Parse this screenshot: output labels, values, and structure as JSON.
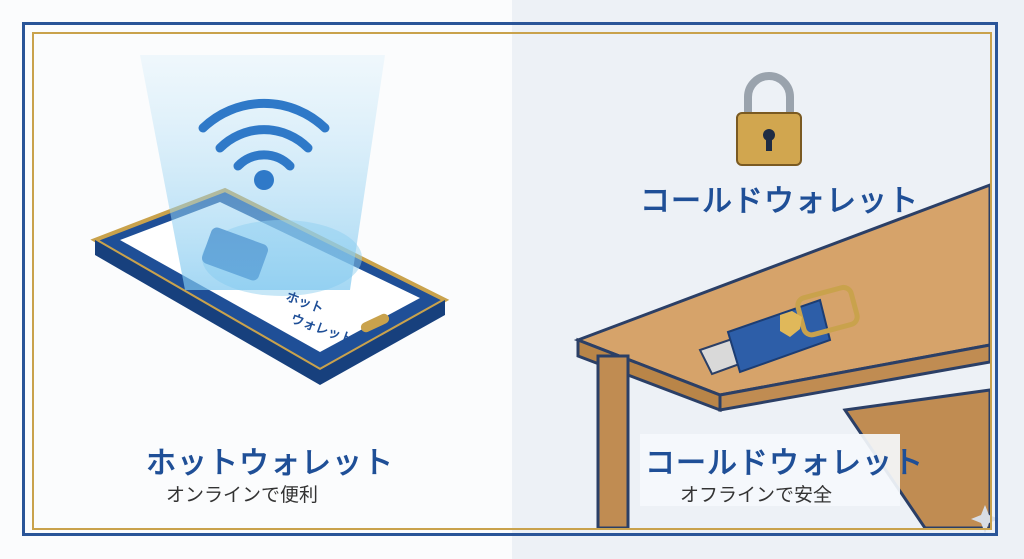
{
  "hot_wallet": {
    "title": "ホットウォレット",
    "subtitle": "オンラインで便利",
    "screen_label": "ホット\nウォレット"
  },
  "cold_wallet": {
    "header": "コールドウォレット",
    "title": "コールドウォレット",
    "subtitle": "オフラインで安全"
  },
  "colors": {
    "accent": "#1f4f97",
    "gold": "#c9a24c",
    "wood": "#d4a066"
  }
}
